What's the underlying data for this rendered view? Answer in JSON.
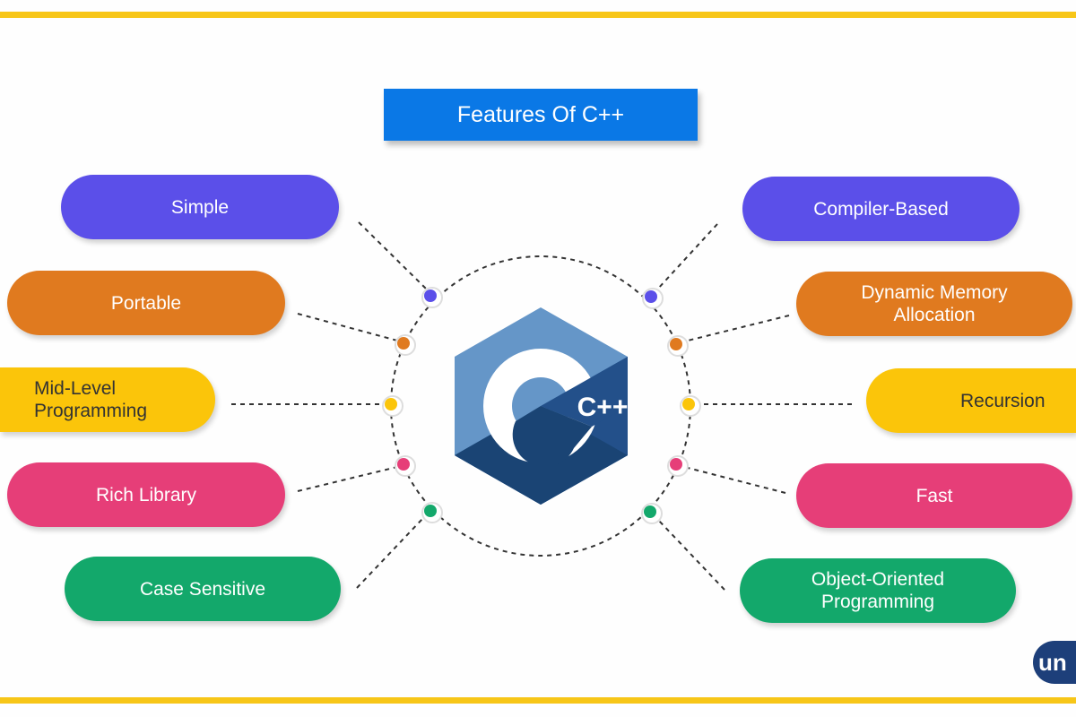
{
  "title": "Features Of C++",
  "logo_text": "C++",
  "brand_badge": "un",
  "colors": {
    "purple": "#5b4fe9",
    "orange": "#e07a1f",
    "yellow": "#fbc50a",
    "pink": "#e63e78",
    "green": "#13a86b",
    "accent": "#0a78e6",
    "frame": "#f7c618"
  },
  "left_features": [
    {
      "label": "Simple",
      "color": "purple"
    },
    {
      "label": "Portable",
      "color": "orange"
    },
    {
      "label": "Mid-Level Programming",
      "color": "yellow"
    },
    {
      "label": "Rich Library",
      "color": "pink"
    },
    {
      "label": "Case Sensitive",
      "color": "green"
    }
  ],
  "right_features": [
    {
      "label": "Compiler-Based",
      "color": "purple"
    },
    {
      "label": "Dynamic Memory Allocation",
      "color": "orange"
    },
    {
      "label": "Recursion",
      "color": "yellow"
    },
    {
      "label": "Fast",
      "color": "pink"
    },
    {
      "label": "Object-Oriented Programming",
      "color": "green"
    }
  ]
}
